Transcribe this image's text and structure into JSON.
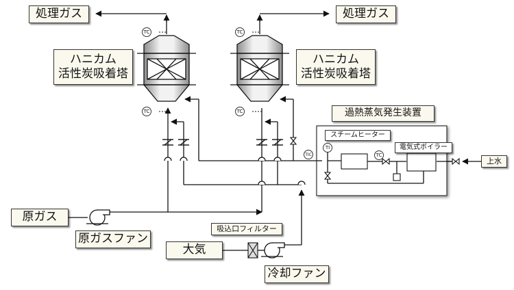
{
  "labels": {
    "treated_gas_left": "処理ガス",
    "treated_gas_right": "処理ガス",
    "adsorber_left_line1": "ハニカム",
    "adsorber_left_line2": "活性炭吸着塔",
    "adsorber_right_line1": "ハニカム",
    "adsorber_right_line2": "活性炭吸着塔",
    "steam_generator": "過熱蒸気発生装置",
    "steam_heater": "スチームヒーター",
    "electric_boiler": "電気式ボイラー",
    "tap_water": "上水",
    "raw_gas": "原ガス",
    "raw_gas_fan": "原ガスファン",
    "intake_filter": "吸込口フィルター",
    "atmosphere": "大気",
    "cooling_fan": "冷却ファン"
  },
  "instruments": {
    "tc_top_left": "TC",
    "tc_top_right": "TC",
    "tc_bottom_left": "TC",
    "tc_bottom_right": "TC",
    "tic_main": "TIC",
    "tc_heater": "TC",
    "ti_heater": "TI"
  },
  "colors": {
    "line": "#111111",
    "box_fill": "#fbf9ee",
    "vessel_body": "#e6e6e6",
    "vessel_shade": "#9a9a9a"
  }
}
